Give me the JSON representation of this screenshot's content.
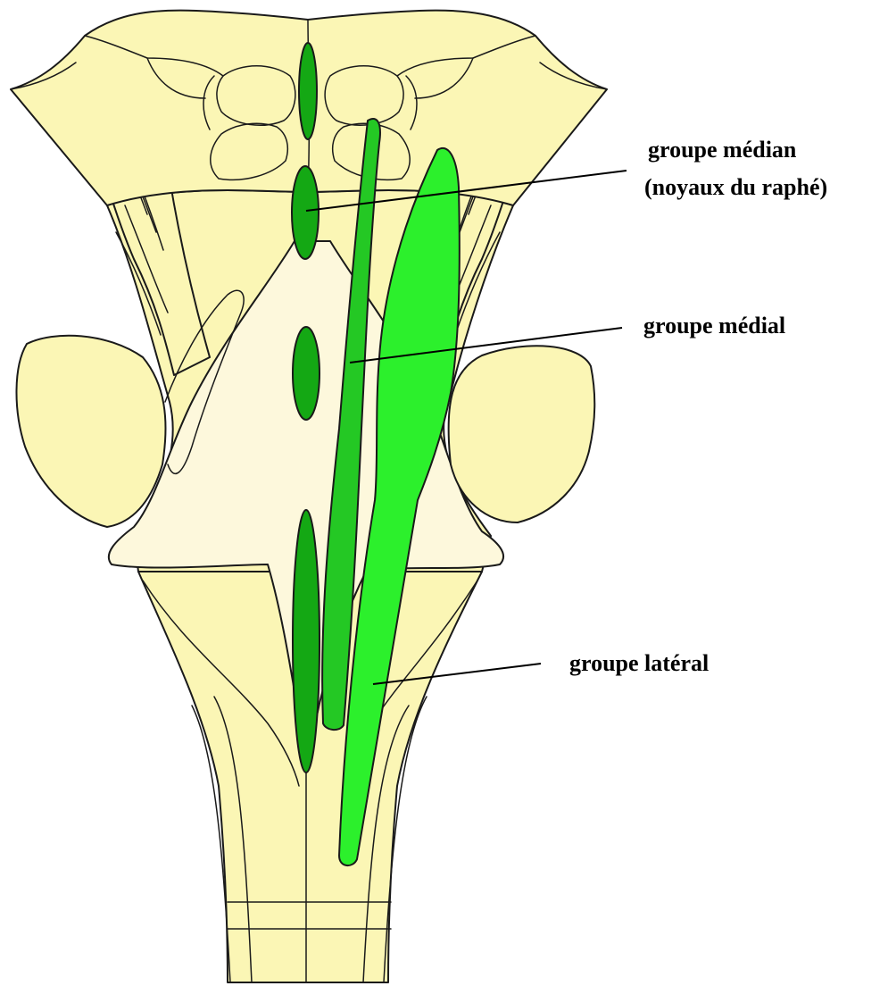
{
  "labels": {
    "median_line1": "groupe médian",
    "median_line2": "(noyaux du raphé)",
    "medial": "groupe médial",
    "lateral": "groupe latéral"
  },
  "colors": {
    "brainstem_fill": "#fbf6b5",
    "floor_fill": "#fdf8dc",
    "median_nuclei": "#14a814",
    "medial_group": "#24c824",
    "lateral_group": "#2cf02c",
    "outline": "#1a1a1a"
  }
}
